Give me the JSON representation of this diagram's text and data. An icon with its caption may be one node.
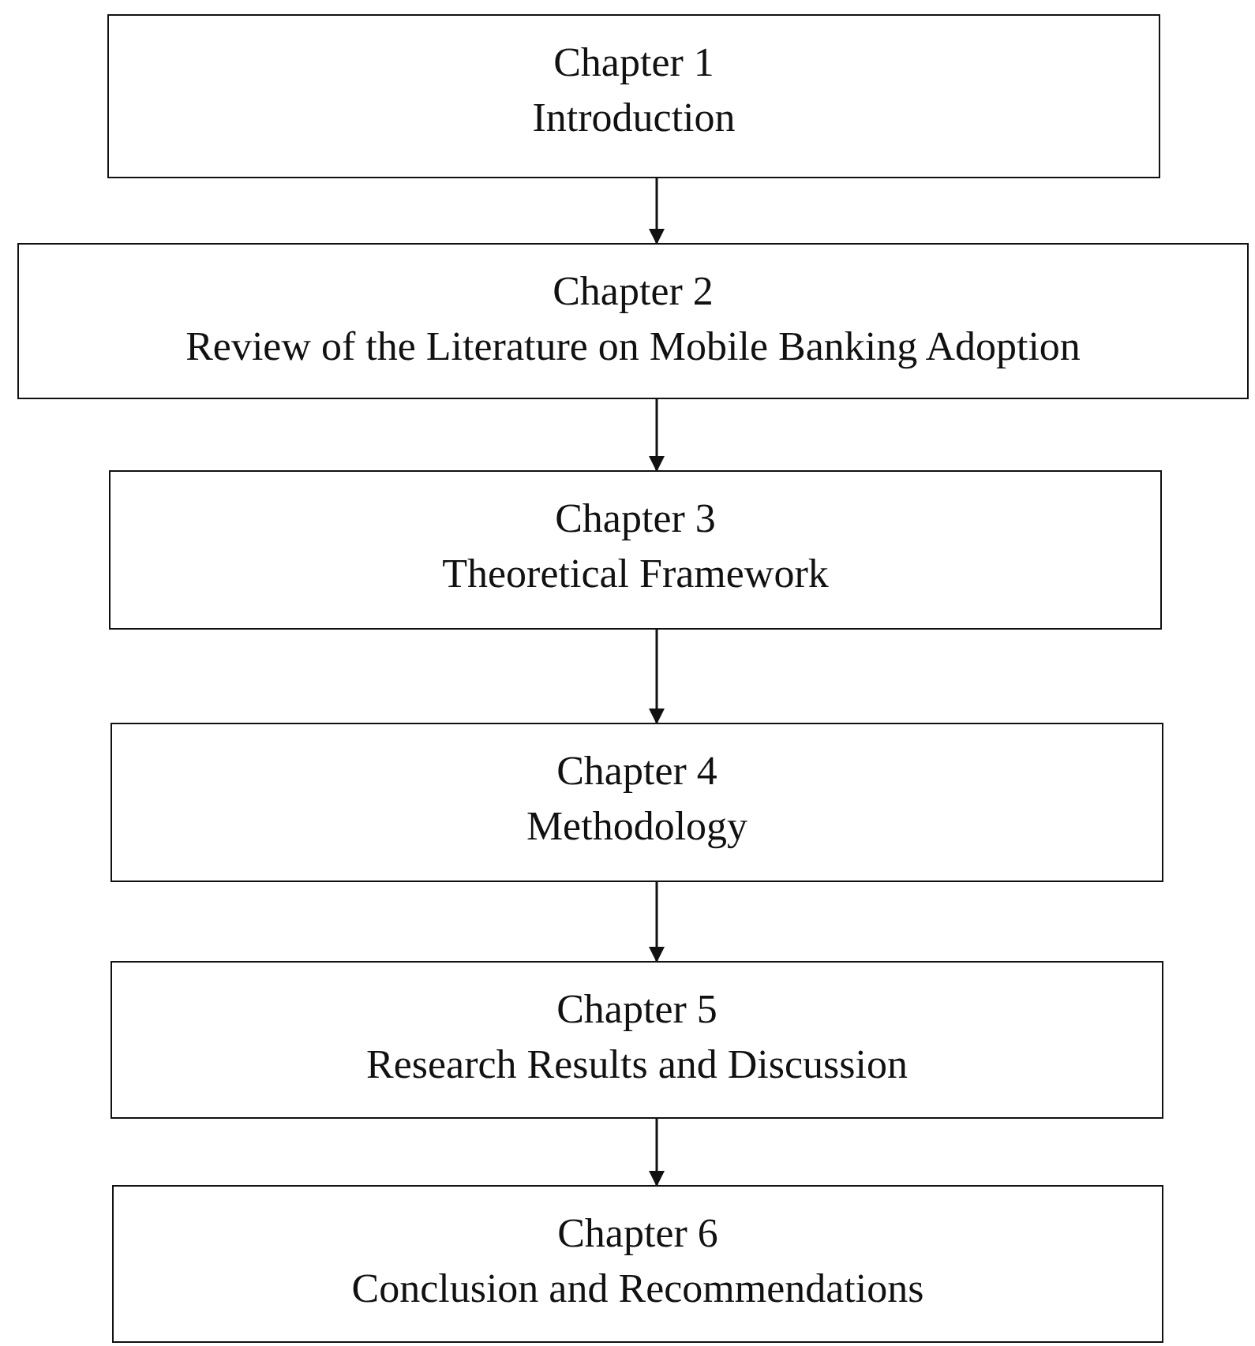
{
  "diagram": {
    "nodes": [
      {
        "text": [
          "Chapter 1",
          "Introduction"
        ]
      },
      {
        "text": [
          "Chapter 2",
          "Review of the Literature on Mobile Banking Adoption"
        ]
      },
      {
        "text": [
          "Chapter 3",
          "Theoretical Framework"
        ]
      },
      {
        "text": [
          "Chapter 4",
          "Methodology"
        ]
      },
      {
        "text": [
          "Chapter 5",
          "Research Results and Discussion"
        ]
      },
      {
        "text": [
          "Chapter 6",
          "Conclusion and Recommendations"
        ]
      }
    ],
    "edges": [
      {
        "from": 0,
        "to": 1,
        "arrow": "to"
      },
      {
        "from": 1,
        "to": 2,
        "arrow": "to"
      },
      {
        "from": 2,
        "to": 3,
        "arrow": "to"
      },
      {
        "from": 3,
        "to": 4,
        "arrow": "to"
      },
      {
        "from": 4,
        "to": 5,
        "arrow": "to"
      }
    ]
  }
}
